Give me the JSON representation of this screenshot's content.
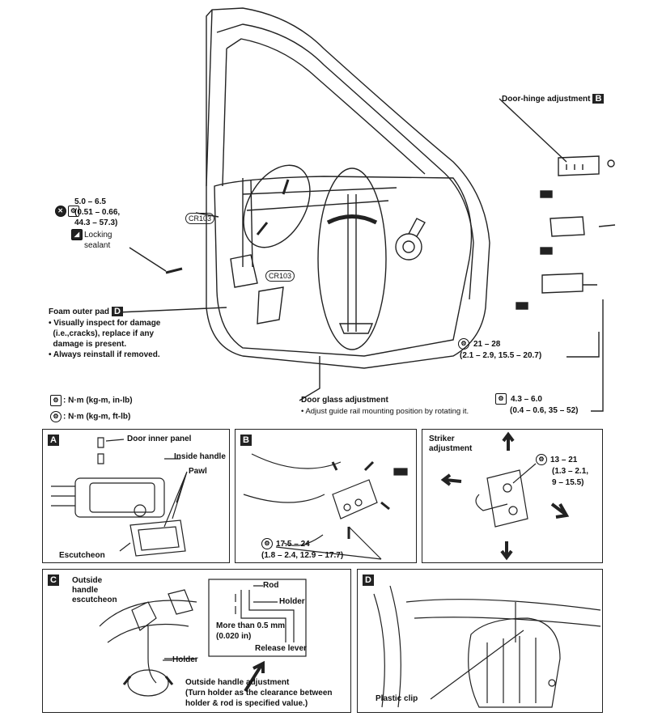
{
  "main": {
    "door_hinge_label": "Door-hinge adjustment",
    "door_hinge_badge": "B",
    "torque_top_left": [
      "5.0 – 6.5",
      "(0.51 – 0.66,",
      "44.3 – 57.3)"
    ],
    "locking_sealant": [
      "Locking",
      "sealant"
    ],
    "cr103_a": "CR103",
    "cr103_b": "CR103",
    "foam_label": "Foam outer pad",
    "foam_badge": "D",
    "foam_notes": [
      "• Visually inspect for damage",
      "  (i.e.,cracks), replace if any",
      "  damage is present.",
      "• Always reinstall if removed."
    ],
    "torque_right_1": [
      "21 – 28",
      "(2.1 – 2.9, 15.5 – 20.7)"
    ],
    "torque_right_2": [
      "4.3 – 6.0",
      "(0.4 – 0.6, 35 – 52)"
    ],
    "glass_adj": "Door glass adjustment",
    "glass_note": "• Adjust guide rail mounting position by rotating it.",
    "legend_1": ": N·m (kg-m, in-lb)",
    "legend_2": ": N·m (kg-m, ft-lb)"
  },
  "panel_a": {
    "badge": "A",
    "door_inner_panel": "Door inner panel",
    "inside_handle": "Inside handle",
    "pawl": "Pawl",
    "escutcheon": "Escutcheon"
  },
  "panel_b": {
    "badge": "B",
    "torque": [
      "17.5 – 24",
      "(1.8 – 2.4, 12.9 – 17.7)"
    ]
  },
  "panel_striker": {
    "title": [
      "Striker",
      "adjustment"
    ],
    "torque": [
      "13 – 21",
      "(1.3 – 2.1,",
      "9 – 15.5)"
    ]
  },
  "panel_c": {
    "badge": "C",
    "outside_handle": [
      "Outside",
      "handle",
      "escutcheon"
    ],
    "rod": "Rod",
    "holder_top": "Holder",
    "more_than": "More than 0.5 mm",
    "inch": "(0.020 in)",
    "release_lever": "Release lever",
    "holder": "Holder",
    "adj_title": "Outside handle adjustment",
    "adj_note": [
      "(Turn holder as the clearance between",
      "holder & rod is specified value.)"
    ]
  },
  "panel_d": {
    "badge": "D",
    "plastic_clip": "Plastic clip"
  }
}
